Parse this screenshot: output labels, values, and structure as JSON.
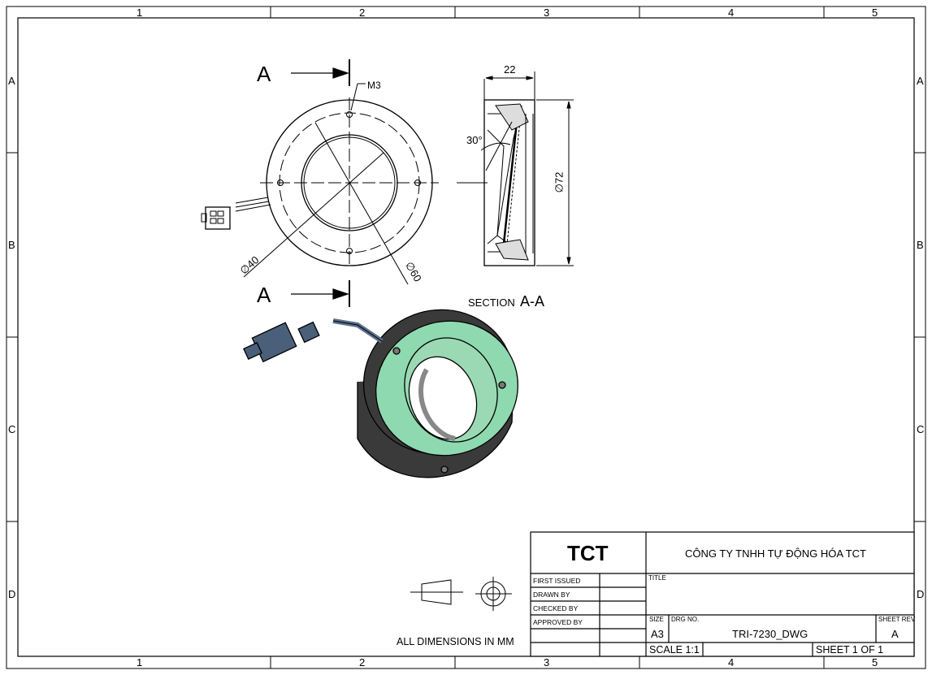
{
  "frame": {
    "columns": [
      "1",
      "2",
      "3",
      "4",
      "5"
    ],
    "rows": [
      "A",
      "B",
      "C",
      "D"
    ]
  },
  "views": {
    "section_marker": "A",
    "section_label_prefix": "SECTION",
    "section_label_name": "A-A",
    "dims": {
      "thread": "M3",
      "inner_dia": "∅40",
      "bolt_circle_dia": "∅60",
      "outer_dia": "∅72",
      "width": "22",
      "angle": "30°"
    },
    "ring_color": "#8fd9b0"
  },
  "notes": {
    "units": "ALL DIMENSIONS IN MM"
  },
  "title_block": {
    "logo": "TCT",
    "company": "CÔNG TY TNHH TỰ ĐỘNG HÓA TCT",
    "first_issued": "FIRST ISSUED",
    "drawn_by": "DRAWN BY",
    "checked_by": "CHECKED BY",
    "approved_by": "APPROVED BY",
    "title_label": "TITLE",
    "size_label": "SIZE",
    "size": "A3",
    "drg_no_label": "DRG NO.",
    "drg_no": "TRI-7230_DWG",
    "sheet_rev_label": "SHEET REV",
    "sheet_rev": "A",
    "scale": "SCALE 1:1",
    "sheet": "SHEET 1 OF 1"
  }
}
